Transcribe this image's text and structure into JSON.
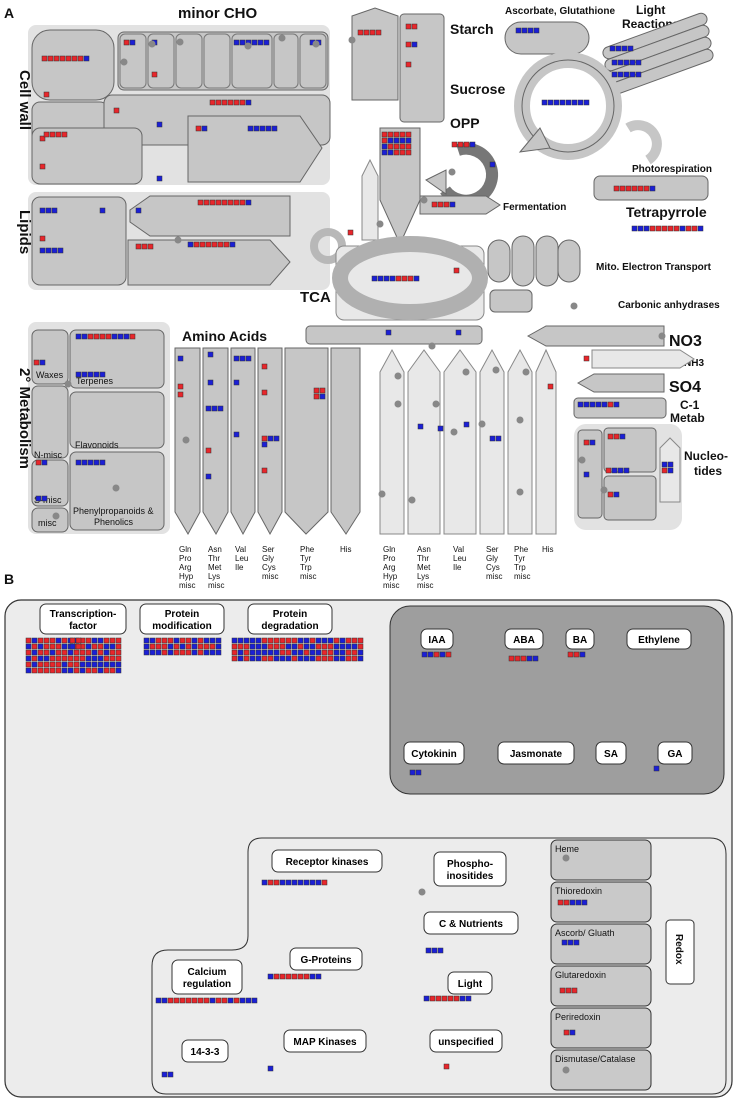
{
  "panel_a": {
    "letter": "A",
    "minor_cho": "minor CHO",
    "cell_wall": "Cell wall",
    "lipids": "Lipids",
    "secondary_metabolism": "2° Metabolism",
    "starch": "Starch",
    "sucrose": "Sucrose",
    "opp": "OPP",
    "ascorbate": "Ascorbate, Glutathione",
    "light_reactions_1": "Light",
    "light_reactions_2": "Reactions",
    "photorespiration": "Photorespiration",
    "tetrapyrrole": "Tetrapyrrole",
    "fermentation": "Fermentation",
    "mito": "Mito. Electron Transport",
    "carbonic": "Carbonic anhydrases",
    "tca": "TCA",
    "amino_acids": "Amino Acids",
    "no3": "NO3",
    "nh3": "NH3",
    "so4": "SO4",
    "c1_1": "C-1",
    "c1_2": "Metab",
    "nucleo_1": "Nucleo-",
    "nucleo_2": "tides",
    "waxes": "Waxes",
    "terpenes": "Terpenes",
    "flavonoids": "Flavonoids",
    "n_misc": "N-misc",
    "s_misc": "S-misc",
    "misc": "misc",
    "phenyl_1": "Phenylpropanoids &",
    "phenyl_2": "Phenolics",
    "aa_groups": [
      [
        "Gln",
        "Pro",
        "Arg",
        "Hyp",
        "misc"
      ],
      [
        "Asn",
        "Thr",
        "Met",
        "Lys",
        "misc"
      ],
      [
        "Val",
        "Leu",
        "Ile"
      ],
      [
        "Ser",
        "Gly",
        "Cys",
        "misc"
      ],
      [
        "Phe",
        "Tyr",
        "Trp",
        "misc"
      ],
      [
        "His"
      ]
    ]
  },
  "panel_b": {
    "letter": "B",
    "transcription_1": "Transcription-",
    "transcription_2": "factor",
    "protein_mod_1": "Protein",
    "protein_mod_2": "modification",
    "protein_deg_1": "Protein",
    "protein_deg_2": "degradation",
    "iaa": "IAA",
    "aba": "ABA",
    "ba": "BA",
    "ethylene": "Ethylene",
    "cytokinin": "Cytokinin",
    "jasmonate": "Jasmonate",
    "sa": "SA",
    "ga": "GA",
    "receptor_kinases": "Receptor kinases",
    "phospho_1": "Phospho-",
    "phospho_2": "inositides",
    "c_nutrients": "C & Nutrients",
    "g_proteins": "G-Proteins",
    "light": "Light",
    "calcium_1": "Calcium",
    "calcium_2": "regulation",
    "fourteen33": "14-3-3",
    "map_kinases": "MAP Kinases",
    "unspecified": "unspecified",
    "heme": "Heme",
    "thioredoxin": "Thioredoxin",
    "ascorb": "Ascorb/ Gluath",
    "glutaredoxin": "Glutaredoxin",
    "periredoxin": "Periredoxin",
    "dismutase": "Dismutase/Catalase",
    "redox": "Redox"
  },
  "colors": {
    "up": "#e8262b",
    "down": "#1b1fd6",
    "box": "#c8c8c8",
    "box_dark": "#a9a9a9",
    "arrow_light": "#e6e6e6"
  }
}
